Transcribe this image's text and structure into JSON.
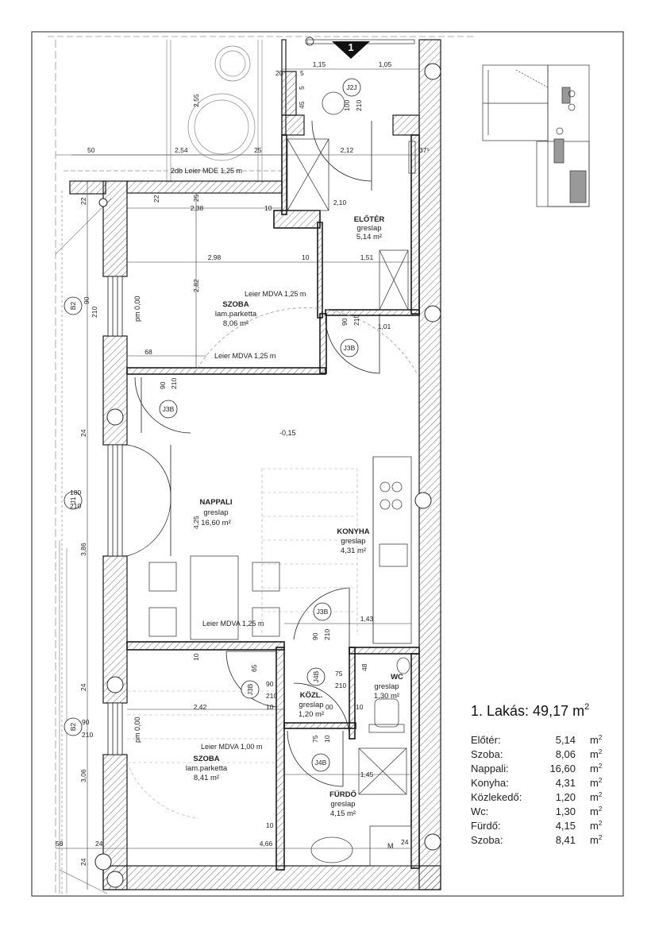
{
  "marker": {
    "section_number": "1"
  },
  "rooms": [
    {
      "id": "eloter",
      "name": "ELŐTÉR",
      "floor": "greslap",
      "area": "5,14 m²"
    },
    {
      "id": "szoba1",
      "name": "SZOBA",
      "floor": "lam.parketta",
      "area": "8,06 m²"
    },
    {
      "id": "nappali",
      "name": "NAPPALI",
      "floor": "greslap",
      "area": "16,60 m²"
    },
    {
      "id": "konyha",
      "name": "KONYHA",
      "floor": "greslap",
      "area": "4,31 m²"
    },
    {
      "id": "kozl",
      "name": "KÖZL.",
      "floor": "greslap",
      "area": "1,20 m²"
    },
    {
      "id": "wc",
      "name": "WC",
      "floor": "greslap",
      "area": "1,30 m²"
    },
    {
      "id": "furdo",
      "name": "FÜRDŐ",
      "floor": "greslap",
      "area": "4,15 m²"
    },
    {
      "id": "szoba2",
      "name": "SZOBA",
      "floor": "lam.parketta",
      "area": "8,41 m²"
    }
  ],
  "door_tags": [
    "J2J",
    "J3B",
    "J3B",
    "J3B",
    "J3B",
    "J4B",
    "J4B",
    "B2",
    "J1",
    "B2"
  ],
  "notes": {
    "leier_mde": "2db Leier MDE 1,25 m",
    "leier_a": "Leier MDVA 1,25 m",
    "leier_b": "Leier MDVA 1,25 m",
    "leier_c": "Leier MDVA 1,25 m",
    "leier_d": "Leier MDVA 1,00 m",
    "level_nappali": "-0,15",
    "level_szoba1": "pm 0,00",
    "level_szoba2": "pm 0,00",
    "wc_m": "M"
  },
  "dims": {
    "d115": "1,15",
    "d105": "1,05",
    "d20": "20",
    "d5a": "5",
    "d45": "45",
    "d5b": "5",
    "d100": "100",
    "d210a": "210",
    "d255": "2,55",
    "d50": "50",
    "d254": "2,54",
    "d25a": "25",
    "d212": "2,12",
    "d37": "37⁵",
    "d22a": "22",
    "d22b": "22",
    "d25b": "25",
    "d238": "2,38",
    "d10a": "10",
    "d210b": "2,10",
    "d298": "2,98",
    "d10b": "10",
    "d151": "1,51",
    "d282": "2,82",
    "d90a": "90",
    "d210c": "210",
    "d90b": "90",
    "d210d": "210",
    "d101": "1,01",
    "d68": "68",
    "d90c": "90",
    "d210e": "210",
    "d24a": "24",
    "d180": "180",
    "d210f": "210",
    "d425": "4,25",
    "d386": "3,86",
    "d143": "1,43",
    "d90d": "90",
    "d210g": "210",
    "d10c": "10",
    "d65": "65",
    "d90e": "90",
    "d210h": "210",
    "d75a": "75",
    "d210i": "210",
    "d48": "48",
    "d10d": "10",
    "d00": "00",
    "d10e": "10",
    "d242": "2,42",
    "d24b": "24",
    "d90f": "90",
    "d210j": "210",
    "d75b": "75",
    "d10f": "10",
    "d145": "1,45",
    "d306": "3,06",
    "d10g": "10",
    "d466": "4,66",
    "d58": "58",
    "d24c": "24",
    "d24d": "24",
    "d24e": "24"
  },
  "summary": {
    "title": "1. Lakás: 49,17 m",
    "title_sup": "2",
    "unit": "m",
    "unit_sup": "2",
    "rows": [
      {
        "label": "Előtér:",
        "value": "5,14"
      },
      {
        "label": "Szoba:",
        "value": "8,06"
      },
      {
        "label": "Nappali:",
        "value": "16,60"
      },
      {
        "label": "Konyha:",
        "value": "4,31"
      },
      {
        "label": "Közlekedő:",
        "value": "1,20"
      },
      {
        "label": "Wc:",
        "value": "1,30"
      },
      {
        "label": "Fürdő:",
        "value": "4,15"
      },
      {
        "label": "Szoba:",
        "value": "8,41"
      }
    ]
  },
  "colors": {
    "line": "#1a1a1a",
    "hatch": "#444444",
    "thin": "#777777"
  }
}
